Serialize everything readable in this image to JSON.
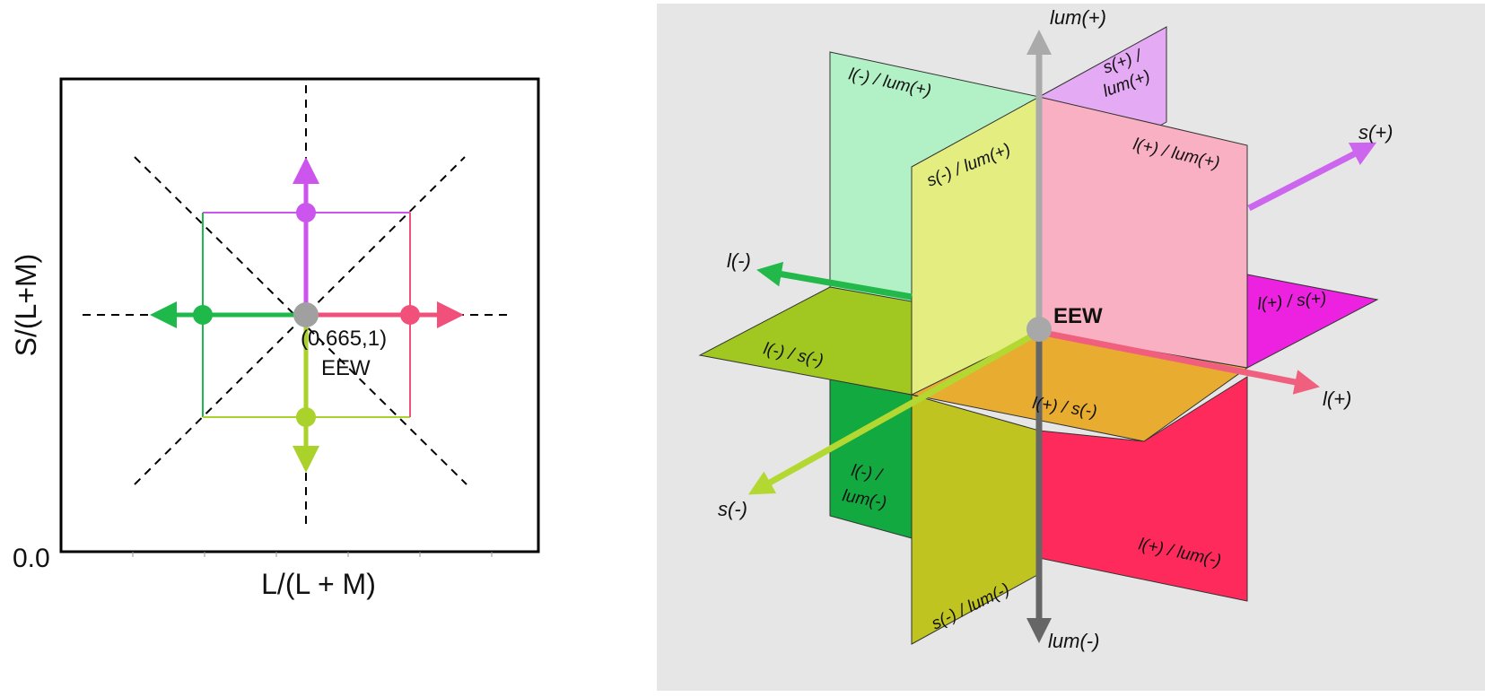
{
  "left_panel": {
    "x_axis_label": "L/(L + M)",
    "y_axis_label": "S/(L+M)",
    "origin_label": "0.0",
    "point_label": "(0.665,1)",
    "point_name": "EEW",
    "colors": {
      "l_plus": "#f0507a",
      "l_minus": "#1fb84a",
      "s_plus": "#cc55ee",
      "s_minus": "#aad22a",
      "center": "#a0a0a0"
    }
  },
  "right_panel": {
    "axes": {
      "lum_plus": "lum(+)",
      "lum_minus": "lum(-)",
      "s_plus": "s(+)",
      "s_minus": "s(-)",
      "l_plus": "l(+)",
      "l_minus": "l(-)"
    },
    "origin_label": "EEW",
    "planes": {
      "l_minus_lum_plus": "l(-) / lum(+)",
      "s_plus_lum_plus_1": "s(+) /",
      "s_plus_lum_plus_2": "lum(+)",
      "s_minus_lum_plus": "s(-) / lum(+)",
      "l_plus_lum_plus": "l(+) / lum(+)",
      "l_plus_s_plus": "l(+) / s(+)",
      "l_minus_s_minus": "l(-) / s(-)",
      "l_plus_s_minus": "l(+) / s(-)",
      "l_minus_lum_minus_1": "l(-) /",
      "l_minus_lum_minus_2": "lum(-)",
      "s_minus_lum_minus": "s(-) / lum(-)",
      "l_plus_lum_minus": "l(+) / lum(-)"
    },
    "colors": {
      "background": "#e6e6e6",
      "l_minus_lum_plus": "#b2f0c6",
      "s_plus_lum_plus": "#e4aaf4",
      "s_minus_lum_plus": "#e4ee80",
      "l_plus_lum_plus": "#f8b0c2",
      "l_plus_s_plus": "#ec22e0",
      "l_minus_s_minus": "#a0c820",
      "l_plus_s_minus": "#e8ac30",
      "l_minus_lum_minus": "#12aa40",
      "s_minus_lum_minus": "#c0c420",
      "l_plus_lum_minus": "#ff2a5c",
      "axis_lum_plus": "#aaaaaa",
      "axis_lum_minus": "#666666",
      "axis_s_plus": "#cc66ee",
      "axis_s_minus": "#b4d832",
      "axis_l_plus": "#f0607e",
      "axis_l_minus": "#22b84a",
      "origin": "#a8a8a8"
    }
  }
}
